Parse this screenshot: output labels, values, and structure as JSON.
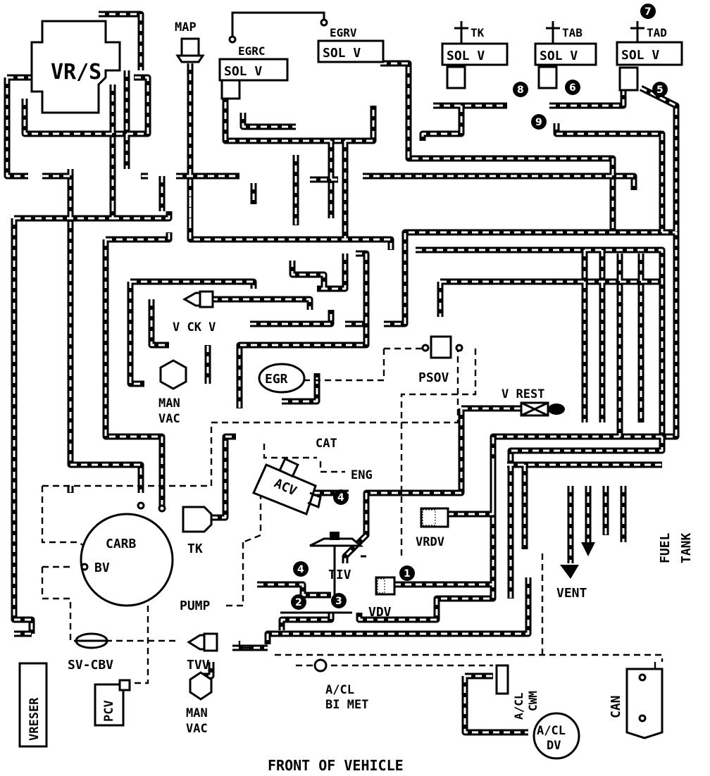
{
  "title": "FRONT OF VEHICLE",
  "labels": {
    "map": "MAP",
    "egrc": "EGRC",
    "egrv": "EGRV",
    "sol_v": "SOL V",
    "tk": "TK",
    "tab": "TAB",
    "tad": "TAD",
    "vrs": "VR/S",
    "vckv": "V CK V",
    "man": "MAN",
    "vac": "VAC",
    "egr": "EGR",
    "psov": "PSOV",
    "vrest": "V REST",
    "cat": "CAT",
    "eng": "ENG",
    "acv": "ACV",
    "vrdv": "VRDV",
    "carb": "CARB",
    "bv": "BV",
    "tiv": "TIV",
    "pump": "PUMP",
    "vdv": "VDV",
    "vent": "VENT",
    "fuel": "FUEL",
    "tank": "TANK",
    "svcbv": "SV-CBV",
    "tvv": "TVV",
    "acl": "A/CL",
    "bimet": "BI MET",
    "cwm": "CWM",
    "dv": "DV",
    "can": "CAN",
    "pcv": "PCV",
    "vreser": "VRESER",
    "plus": "+"
  },
  "callouts": {
    "c1": "1",
    "c2": "2",
    "c3": "3",
    "c4a": "4",
    "c4b": "4",
    "c5": "5",
    "c6": "6",
    "c7": "7",
    "c8": "8",
    "c9": "9"
  }
}
